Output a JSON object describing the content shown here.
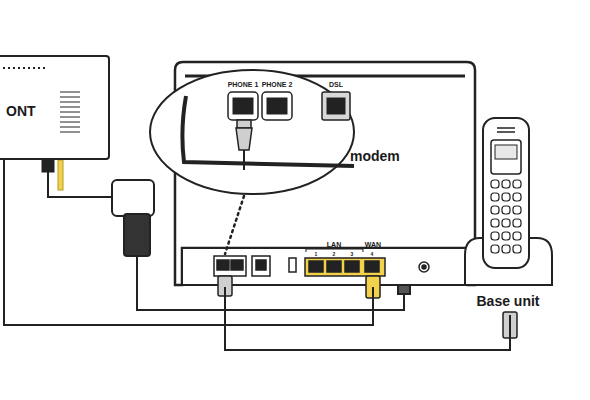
{
  "diagram": {
    "nodes": [
      {
        "text": [
          "ONT"
        ]
      },
      {
        "text": [
          "modem"
        ]
      },
      {
        "text": [
          "Base unit"
        ]
      }
    ],
    "edges": [
      {
        "from": 0,
        "to": 1,
        "arrow": "none"
      },
      {
        "from": 1,
        "to": 2,
        "arrow": "none"
      }
    ],
    "labels": [
      "PHONE 1",
      "PHONE 2",
      "DSL",
      "LAN",
      "1",
      "2",
      "3",
      "4",
      "WAN"
    ]
  }
}
